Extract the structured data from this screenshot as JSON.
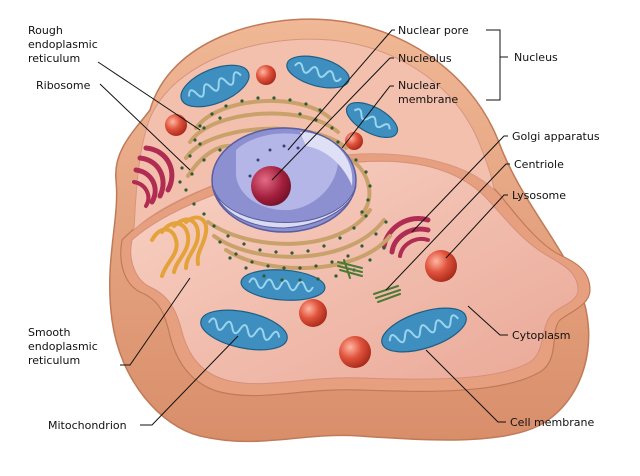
{
  "labels": {
    "rough_er": [
      "Rough",
      "endoplasmic",
      "reticulum"
    ],
    "ribosome": "Ribosome",
    "smooth_er": [
      "Smooth",
      "endoplasmic",
      "reticulum"
    ],
    "mitochondrion": "Mitochondrion",
    "nuclear_pore": "Nuclear pore",
    "nucleolus": "Nucleolus",
    "nuclear_membrane": [
      "Nuclear",
      "membrane"
    ],
    "nucleus": "Nucleus",
    "golgi": "Golgi apparatus",
    "centriole": "Centriole",
    "lysosome": "Lysosome",
    "cytoplasm": "Cytoplasm",
    "cell_membrane": "Cell membrane"
  },
  "colors": {
    "membrane_outer": "#e9a882",
    "membrane_dark": "#c98462",
    "cytoplasm": "#f1b9a8",
    "cytoplasm_light": "#f6cfc2",
    "mitochondrion": "#3e8fbf",
    "mitochondrion_inner": "#7cc4e6",
    "lysosome": "#e0533c",
    "golgi": "#b02c53",
    "smooth_er": "#e4a23b",
    "rough_er": "#c9a16b",
    "ribosome_dot": "#2f5a35",
    "nucleus": "#8c8fd0",
    "nucleolus": "#a21e3c",
    "centriole": "#4c7a34",
    "leader": "#111111"
  }
}
